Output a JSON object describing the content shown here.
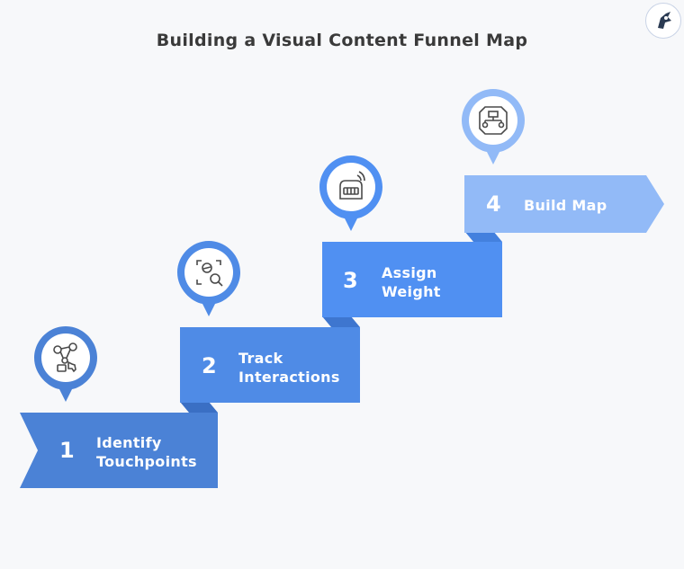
{
  "title": "Building a Visual Content Funnel Map",
  "colors": {
    "step1": "#4b82d6",
    "step2": "#4f8be6",
    "step3": "#5090f2",
    "step4": "#92baf7",
    "pin_icon": "#4a4a4a"
  },
  "steps": [
    {
      "number": "1",
      "label": "Identify Touchpoints",
      "icon": "network-touch-icon"
    },
    {
      "number": "2",
      "label": "Track Interactions",
      "icon": "face-scan-search-icon"
    },
    {
      "number": "3",
      "label": "Assign Weight",
      "icon": "weighing-scale-icon"
    },
    {
      "number": "4",
      "label": "Build Map",
      "icon": "flowchart-map-icon"
    }
  ],
  "logo_icon": "brand-logo-icon"
}
